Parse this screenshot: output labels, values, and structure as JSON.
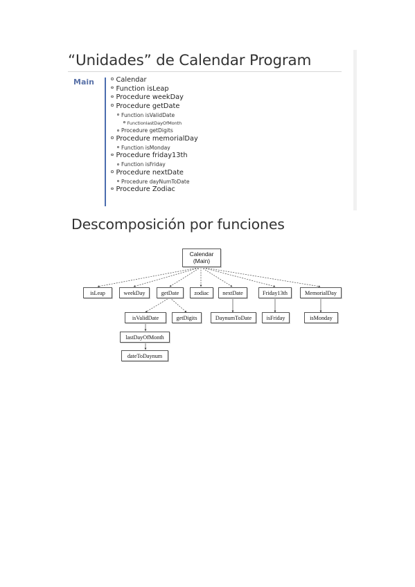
{
  "slide": {
    "title": "“Unidades” de Calendar Program",
    "main_label": "Main",
    "outline": [
      {
        "level": 1,
        "text": "Calendar"
      },
      {
        "level": 1,
        "text": "Function isLeap"
      },
      {
        "level": 1,
        "text": "Procedure weekDay"
      },
      {
        "level": 1,
        "text": "Procedure getDate"
      },
      {
        "level": 2,
        "text": "Function isValidDate"
      },
      {
        "level": 3,
        "text": "FunctionlastDayOfMonth"
      },
      {
        "level": 2,
        "text": "Procedure getDigits"
      },
      {
        "level": 1,
        "text": "Procedure memorialDay"
      },
      {
        "level": 2,
        "text": "Function isMonday"
      },
      {
        "level": 1,
        "text": "Procedure friday13th"
      },
      {
        "level": 2,
        "text": "Function isFriday"
      },
      {
        "level": 1,
        "text": "Procedure nextDate"
      },
      {
        "level": 2,
        "text": "Procedure dayNumToDate"
      },
      {
        "level": 1,
        "text": "Procedure Zodiac"
      }
    ]
  },
  "section2": {
    "title": "Descomposición por funciones"
  },
  "diagram": {
    "root": {
      "line1": "Calendar",
      "line2": "(Main)"
    },
    "children": {
      "isLeap": "isLeap",
      "weekDay": "weekDay",
      "getDate": "getDate",
      "zodiac": "zodiac",
      "nextDate": "nextDate",
      "friday13th": "Friday13th",
      "memorialDay": "MemorialDay"
    },
    "grandchildren": {
      "isValidDate": "isValidDate",
      "getDigits": "getDigits",
      "daynumToDate": "DaynumToDate",
      "isFriday": "isFriday",
      "isMonday": "isMonday"
    },
    "deeper": {
      "lastDayOfMonth": "lastDayOfMonth",
      "dateToDaynum": "dateToDaynum"
    }
  }
}
